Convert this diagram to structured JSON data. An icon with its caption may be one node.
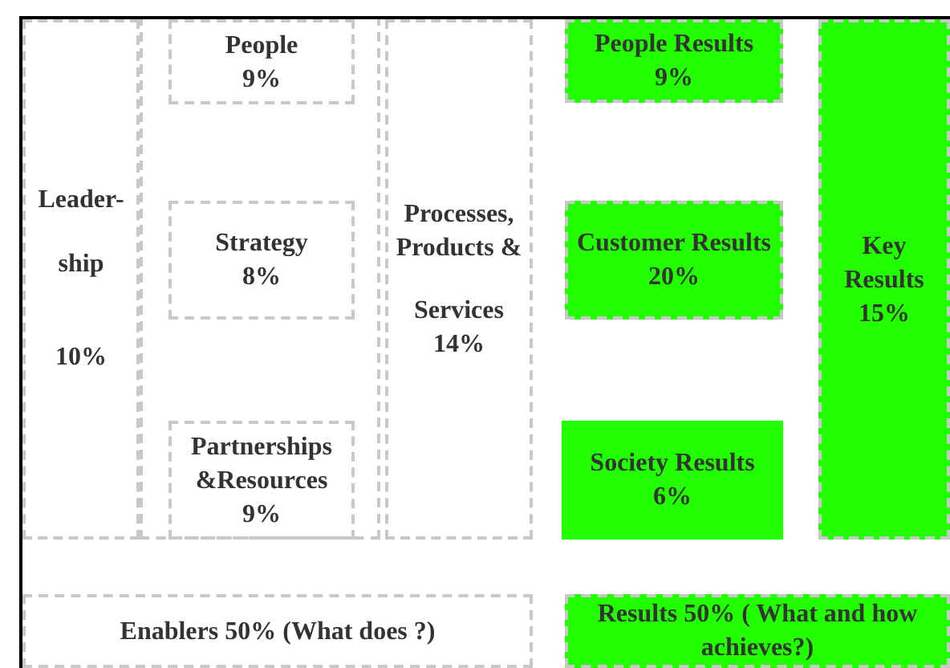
{
  "diagram": {
    "nodes": [
      {
        "text": [
          "Leader- ship",
          "10%"
        ]
      },
      {
        "text": [
          "People",
          "9%"
        ]
      },
      {
        "text": [
          "Strategy",
          "8%"
        ]
      },
      {
        "text": [
          "Partnerships &Resources",
          "9%"
        ]
      },
      {
        "text": [
          "Processes, Products &",
          "Services 14%"
        ]
      },
      {
        "text": [
          "People Results",
          "9%"
        ]
      },
      {
        "text": [
          "Customer Results",
          "20%"
        ]
      },
      {
        "text": [
          "Society Results",
          "6%"
        ]
      },
      {
        "text": [
          "Key Results",
          "15%"
        ]
      },
      {
        "text": [
          "Enablers 50% (What does ?)"
        ]
      },
      {
        "text": [
          "Results 50% ( What and how achieves?)"
        ]
      }
    ],
    "edges": []
  }
}
